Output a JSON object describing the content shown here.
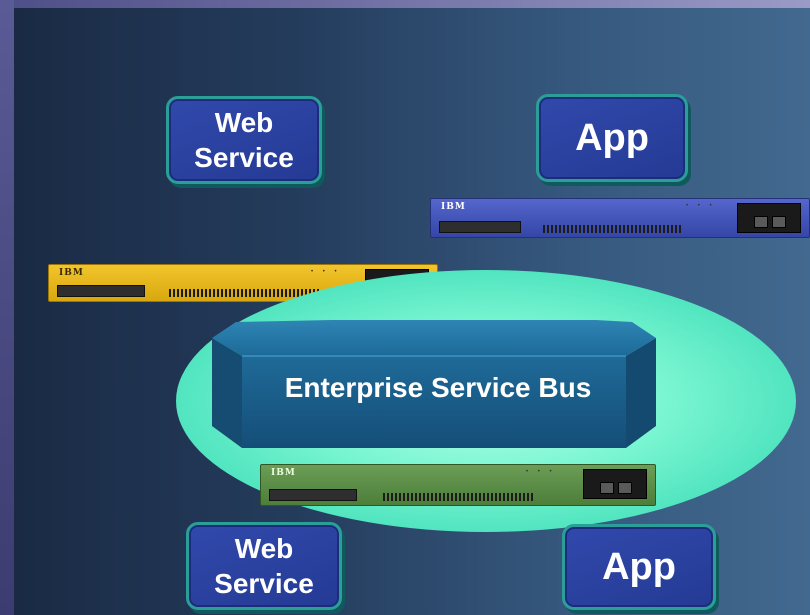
{
  "diagram": {
    "nodes": {
      "web_service_top": {
        "label_line1": "Web",
        "label_line2": "Service"
      },
      "app_top": {
        "label": "App"
      },
      "esb": {
        "label": "Enterprise Service Bus"
      },
      "web_service_bottom": {
        "label_line1": "Web",
        "label_line2": "Service"
      },
      "app_bottom": {
        "label": "App"
      }
    },
    "appliances": [
      {
        "brand": "IBM",
        "color": "blue"
      },
      {
        "brand": "IBM",
        "color": "yellow"
      },
      {
        "brand": "IBM",
        "color": "green"
      }
    ],
    "colors": {
      "node_fill": "#2b3f9e",
      "node_border": "#2b9e9a",
      "esb_fill": "#1d5a86",
      "glow": "#7cf6d2"
    },
    "icons": [
      "server-appliance-icon"
    ]
  }
}
